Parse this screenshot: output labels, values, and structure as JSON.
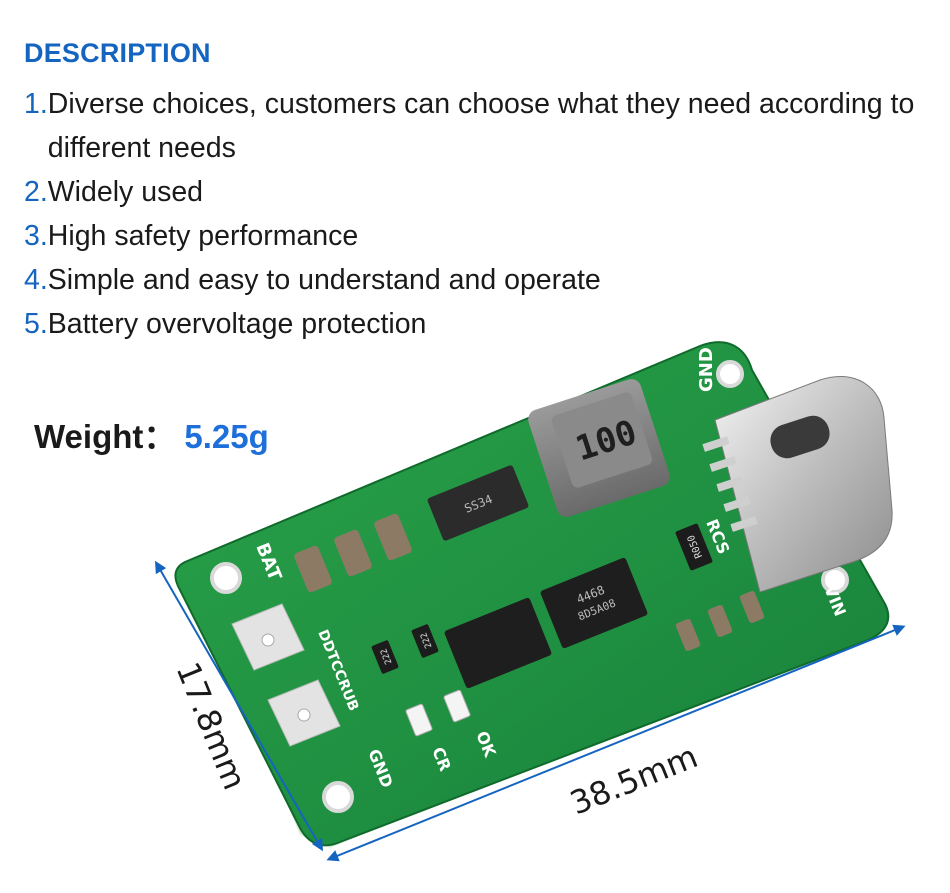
{
  "description": {
    "heading": "DESCRIPTION",
    "items": [
      {
        "num": "1.",
        "text": "Diverse choices, customers can choose what they need according to different needs"
      },
      {
        "num": "2.",
        "text": "Widely used"
      },
      {
        "num": "3.",
        "text": "High safety performance"
      },
      {
        "num": "4.",
        "text": "Simple and easy to understand and operate"
      },
      {
        "num": "5.",
        "text": "Battery overvoltage protection"
      }
    ]
  },
  "weight": {
    "label": "Weight：",
    "value": "5.25g"
  },
  "dimensions": {
    "width_label": "17.8mm",
    "length_label": "38.5mm"
  },
  "board": {
    "silkscreen": {
      "gnd_top": "GND",
      "bat": "BAT",
      "rcs": "RCS",
      "vin": "VIN",
      "ddtccrub": "DDTCCRUB",
      "gnd_bottom": "GND",
      "ok": "OK",
      "cr": "CR"
    },
    "inductor_marking": "100",
    "diode_marking": "SS34",
    "ic_marking": [
      "4468",
      "8D5A08"
    ],
    "resistor_marking": [
      "R050",
      "222",
      "222"
    ],
    "colors": {
      "pcb": "#1e8e3e",
      "accent": "#1565c0"
    }
  }
}
